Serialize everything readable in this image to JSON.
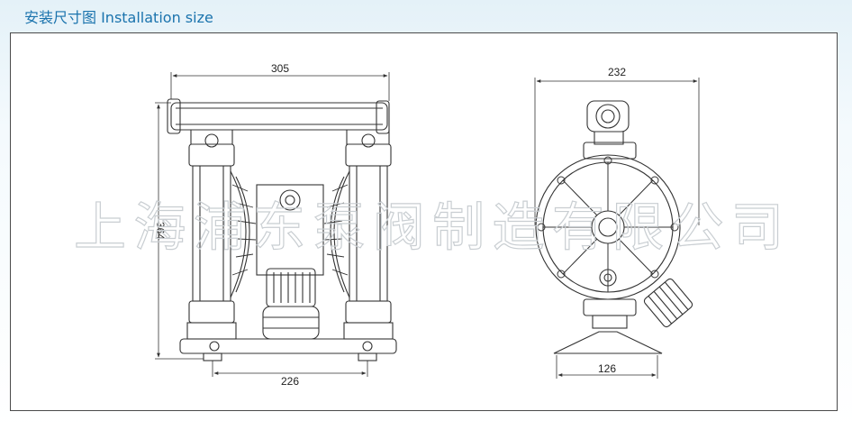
{
  "title": "安装尺寸图 Installation size",
  "watermark": "上海浦东泵阀制造有限公司",
  "dimensions": {
    "front_width": "305",
    "front_height": "364",
    "front_base": "226",
    "side_width": "232",
    "side_base": "126"
  },
  "colors": {
    "title": "#1a73ad",
    "line": "#333333",
    "frame": "#4a4a4a",
    "background_top": "#e4f1f8"
  }
}
